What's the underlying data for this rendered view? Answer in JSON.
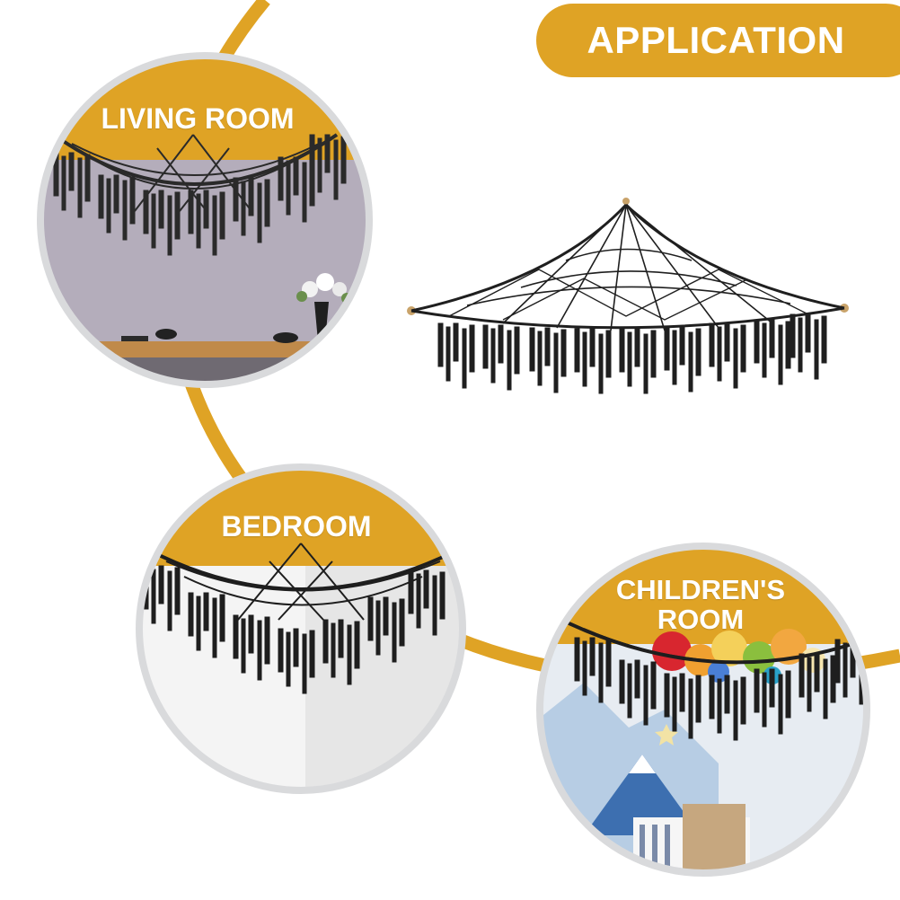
{
  "title": "APPLICATION",
  "rooms": {
    "living": "LIVING ROOM",
    "bedroom": "BEDROOM",
    "children": "CHILDREN'S ROOM"
  },
  "colors": {
    "accent": "#dfa325",
    "ring": "#d9dadc",
    "net": "#1c1c1c",
    "wall_living": "#b4adbb",
    "table_wood": "#c08a4a"
  },
  "icons": [
    "macrame-net-icon",
    "flower-vase-icon",
    "mug-icon",
    "moon-icon",
    "star-icon",
    "toy-pile-icon",
    "crib-icon"
  ]
}
